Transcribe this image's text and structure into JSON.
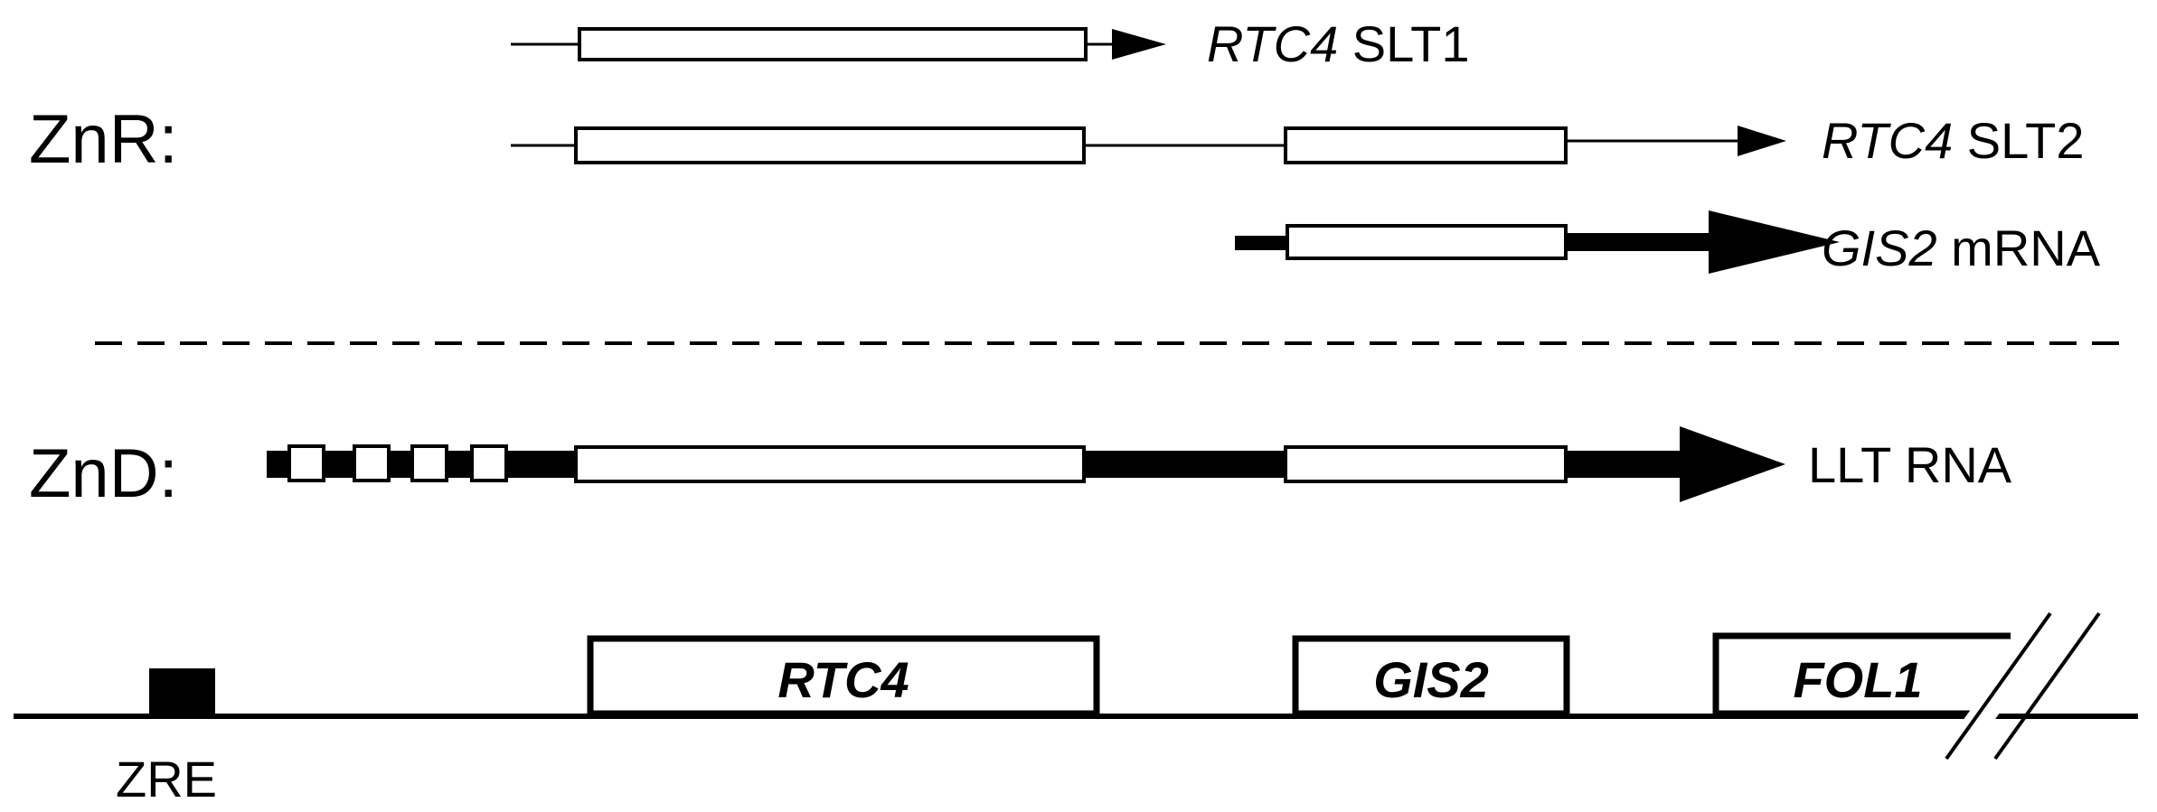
{
  "conditions": {
    "repleted": "ZnR:",
    "deficient": "ZnD:"
  },
  "transcripts": {
    "slt1": {
      "gene": "RTC4",
      "suffix": " SLT1"
    },
    "slt2": {
      "gene": "RTC4",
      "suffix": " SLT2"
    },
    "gis2": {
      "gene": "GIS2",
      "suffix": " mRNA"
    },
    "llt": {
      "label": "LLT RNA"
    }
  },
  "genomic": {
    "zre_label": "ZRE",
    "genes": [
      "RTC4",
      "GIS2",
      "FOL1"
    ]
  },
  "colors": {
    "stroke": "#000000",
    "fill": "#ffffff"
  }
}
